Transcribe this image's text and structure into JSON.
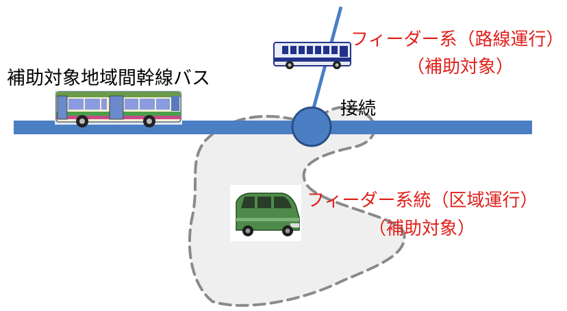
{
  "labels": {
    "trunk_bus": "補助対象地域間幹線バス",
    "connection": "接続",
    "feeder_route_line1": "フィーダー系（路線運行）",
    "feeder_route_line2": "（補助対象）",
    "feeder_area_line1": "フィーダー系統（区域運行）",
    "feeder_area_line2": "（補助対象）"
  },
  "colors": {
    "line": "#4a7fc4",
    "hub": "#4a7fc4",
    "hub_outline": "#2a4f86",
    "area_fill": "#efefef",
    "area_border": "#8a8a8a",
    "feeder_text": "#e0201b",
    "main_text": "#000000"
  },
  "icons": {
    "trunk_bus": "large-city-bus-icon",
    "feeder_bus": "small-blue-bus-icon",
    "feeder_van": "green-van-icon"
  }
}
